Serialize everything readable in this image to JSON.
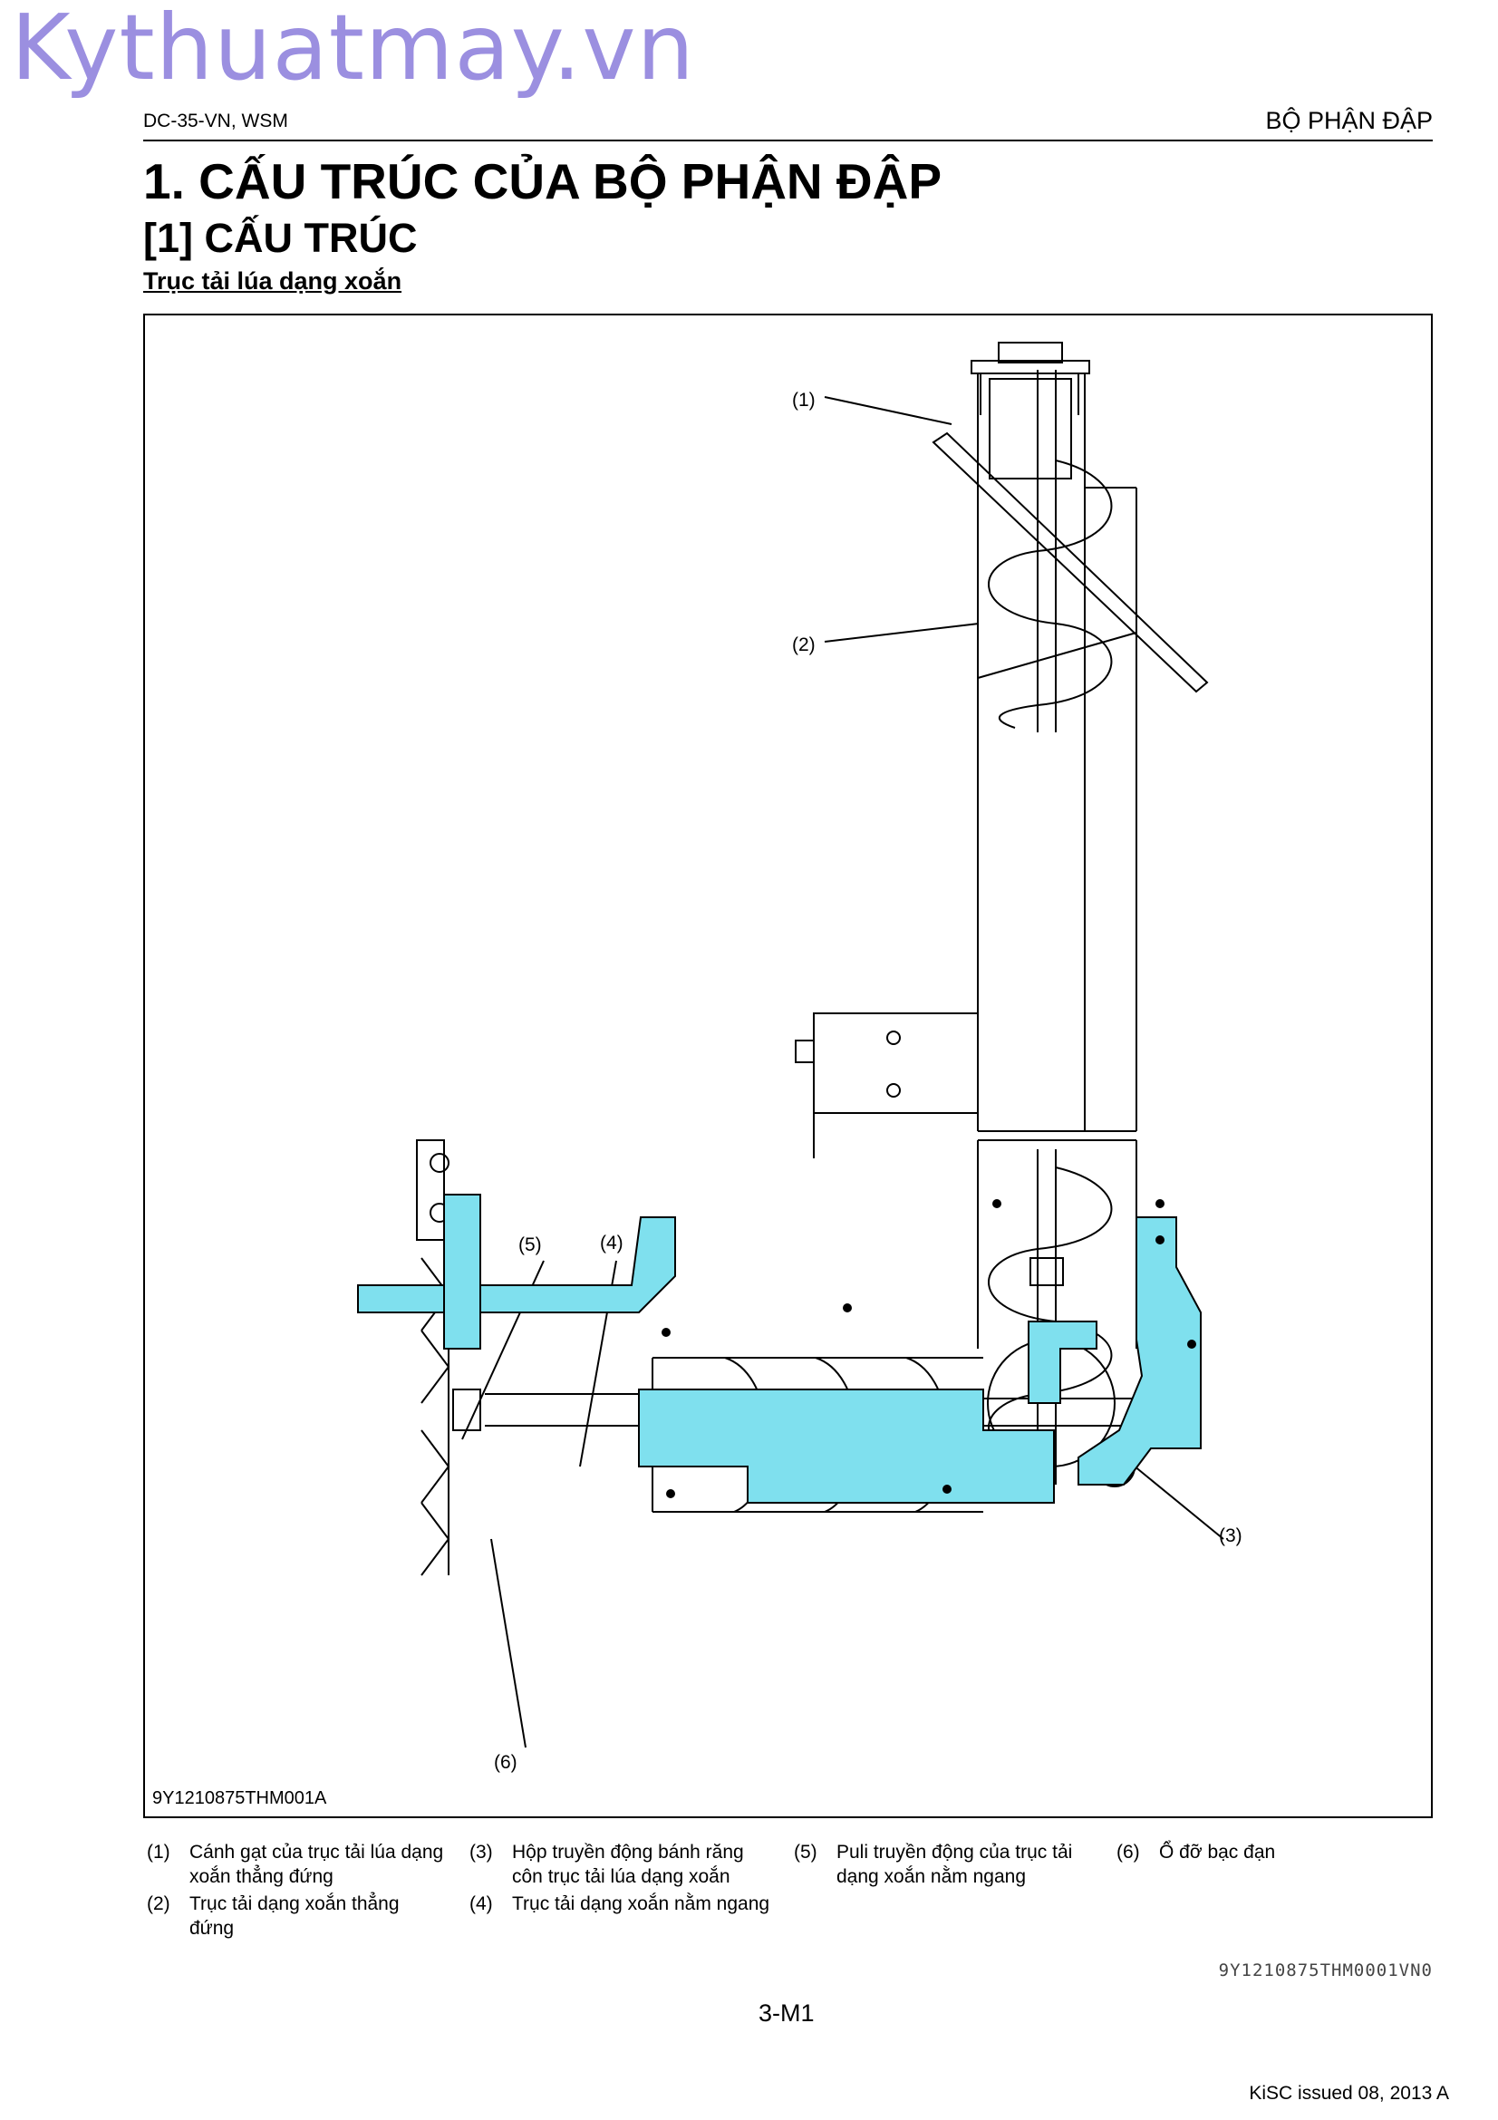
{
  "watermark": "Kythuatmay.vn",
  "header": {
    "doc_code": "DC-35-VN, WSM",
    "section": "BỘ PHẬN ĐẬP"
  },
  "title": {
    "chapter": "1.  CẤU TRÚC CỦA BỘ PHẬN ĐẬP",
    "section": "[1]  CẤU TRÚC",
    "sub": "Trục tải lúa dạng xoắn"
  },
  "figure": {
    "id": "9Y1210875THM001A",
    "labels": [
      "(1)",
      "(2)",
      "(3)",
      "(4)",
      "(5)",
      "(6)"
    ],
    "highlight_color": "#7fe0ee"
  },
  "legend": [
    {
      "num": "(1)",
      "text": [
        "Cánh gạt của trục tải lúa dạng",
        "xoắn thẳng đứng"
      ]
    },
    {
      "num": "(2)",
      "text": [
        "Trục tải dạng xoắn thẳng",
        "đứng"
      ]
    },
    {
      "num": "(3)",
      "text": [
        "Hộp truyền động bánh răng",
        "côn trục tải lúa dạng xoắn"
      ]
    },
    {
      "num": "(4)",
      "text": [
        "Trục tải dạng xoắn nằm ngang"
      ]
    },
    {
      "num": "(5)",
      "text": [
        "Puli truyền động của trục tải",
        "dạng xoắn nằm ngang"
      ]
    },
    {
      "num": "(6)",
      "text": [
        "Ổ đỡ bạc đạn"
      ]
    }
  ],
  "footer": {
    "code": "9Y1210875THM0001VN0",
    "page": "3-M1",
    "issue": "KiSC issued 08, 2013 A"
  }
}
